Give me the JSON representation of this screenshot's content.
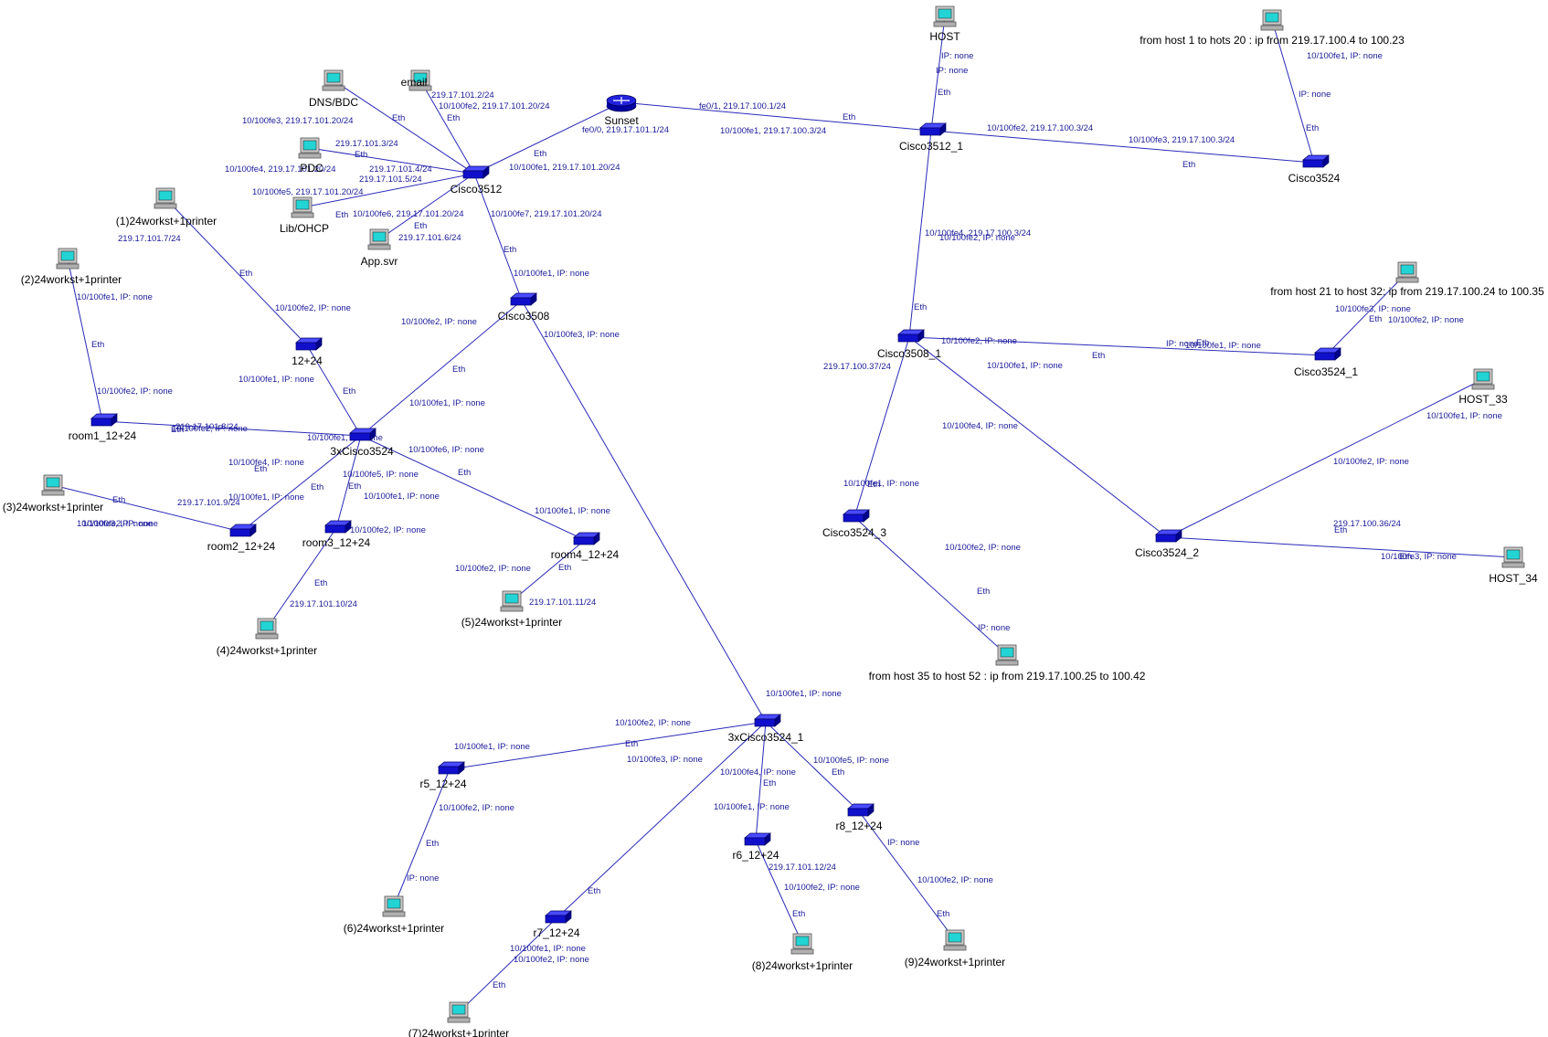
{
  "colors": {
    "link": "#2a2ab8",
    "link_label": "#1a1a9a",
    "switch": "#1010cc",
    "pc_screen": "#22d4d4",
    "router": "#2222dd",
    "node_label": "#000000"
  },
  "nodes": [
    {
      "id": "sunset",
      "type": "router",
      "label": "Sunset"
    },
    {
      "id": "cisco3512",
      "type": "switch",
      "label": "Cisco3512"
    },
    {
      "id": "email",
      "type": "pc",
      "label": "email"
    },
    {
      "id": "dns",
      "type": "pc",
      "label": "DNS/BDC"
    },
    {
      "id": "pdc",
      "type": "pc",
      "label": "PDC"
    },
    {
      "id": "lib",
      "type": "pc",
      "label": "Lib/OHCP"
    },
    {
      "id": "app",
      "type": "pc",
      "label": "App.svr"
    },
    {
      "id": "cisco3508",
      "type": "switch",
      "label": "Cisco3508"
    },
    {
      "id": "ws1",
      "type": "pc",
      "label": "(1)24workst+1printer"
    },
    {
      "id": "sw1224",
      "type": "switch",
      "label": "12+24"
    },
    {
      "id": "ws2",
      "type": "pc",
      "label": "(2)24workst+1printer"
    },
    {
      "id": "room1",
      "type": "switch",
      "label": "room1_12+24"
    },
    {
      "id": "x3524",
      "type": "switch",
      "label": "3xCisco3524"
    },
    {
      "id": "ws3",
      "type": "pc",
      "label": "(3)24workst+1printer"
    },
    {
      "id": "room2",
      "type": "switch",
      "label": "room2_12+24"
    },
    {
      "id": "room3",
      "type": "switch",
      "label": "room3_12+24"
    },
    {
      "id": "room4",
      "type": "switch",
      "label": "room4_12+24"
    },
    {
      "id": "ws4",
      "type": "pc",
      "label": "(4)24workst+1printer"
    },
    {
      "id": "ws5",
      "type": "pc",
      "label": "(5)24workst+1printer"
    },
    {
      "id": "x3524_1",
      "type": "switch",
      "label": "3xCisco3524_1"
    },
    {
      "id": "r5",
      "type": "switch",
      "label": "r5_12+24"
    },
    {
      "id": "r6",
      "type": "switch",
      "label": "r6_12+24"
    },
    {
      "id": "r7",
      "type": "switch",
      "label": "r7_12+24"
    },
    {
      "id": "r8",
      "type": "switch",
      "label": "r8_12+24"
    },
    {
      "id": "ws6",
      "type": "pc",
      "label": "(6)24workst+1printer"
    },
    {
      "id": "ws7",
      "type": "pc",
      "label": "(7)24workst+1printer"
    },
    {
      "id": "ws8",
      "type": "pc",
      "label": "(8)24workst+1printer"
    },
    {
      "id": "ws9",
      "type": "pc",
      "label": "(9)24workst+1printer"
    },
    {
      "id": "host",
      "type": "pc",
      "label": "HOST"
    },
    {
      "id": "cisco3512_1",
      "type": "switch",
      "label": "Cisco3512_1"
    },
    {
      "id": "hostgrp1",
      "type": "pc",
      "label": "from host 1 to hots 20 : ip from 219.17.100.4 to 100.23"
    },
    {
      "id": "cisco3524",
      "type": "switch",
      "label": "Cisco3524"
    },
    {
      "id": "cisco3508_1",
      "type": "switch",
      "label": "Cisco3508_1"
    },
    {
      "id": "hostgrp2",
      "type": "pc",
      "label": "from host 21 to host 32: ip from 219.17.100.24 to 100.35"
    },
    {
      "id": "cisco3524_1",
      "type": "switch",
      "label": "Cisco3524_1"
    },
    {
      "id": "host33",
      "type": "pc",
      "label": "HOST_33"
    },
    {
      "id": "host34",
      "type": "pc",
      "label": "HOST_34"
    },
    {
      "id": "cisco3524_2",
      "type": "switch",
      "label": "Cisco3524_2"
    },
    {
      "id": "cisco3524_3",
      "type": "switch",
      "label": "Cisco3524_3"
    },
    {
      "id": "hostgrp3",
      "type": "pc",
      "label": "from host 35 to host 52 : ip from 219.17.100.25 to 100.42"
    }
  ],
  "links": [
    {
      "from": "sunset",
      "to": "cisco3512"
    },
    {
      "from": "sunset",
      "to": "cisco3512_1"
    },
    {
      "from": "email",
      "to": "cisco3512"
    },
    {
      "from": "dns",
      "to": "cisco3512"
    },
    {
      "from": "pdc",
      "to": "cisco3512"
    },
    {
      "from": "lib",
      "to": "cisco3512"
    },
    {
      "from": "app",
      "to": "cisco3512"
    },
    {
      "from": "cisco3512",
      "to": "cisco3508"
    },
    {
      "from": "cisco3508",
      "to": "x3524"
    },
    {
      "from": "cisco3508",
      "to": "x3524_1"
    },
    {
      "from": "ws1",
      "to": "sw1224"
    },
    {
      "from": "sw1224",
      "to": "x3524"
    },
    {
      "from": "ws2",
      "to": "room1"
    },
    {
      "from": "room1",
      "to": "x3524"
    },
    {
      "from": "ws3",
      "to": "room2"
    },
    {
      "from": "room2",
      "to": "x3524"
    },
    {
      "from": "x3524",
      "to": "room3"
    },
    {
      "from": "x3524",
      "to": "room4"
    },
    {
      "from": "room3",
      "to": "ws4"
    },
    {
      "from": "room4",
      "to": "ws5"
    },
    {
      "from": "x3524_1",
      "to": "r5"
    },
    {
      "from": "x3524_1",
      "to": "r6"
    },
    {
      "from": "x3524_1",
      "to": "r7"
    },
    {
      "from": "x3524_1",
      "to": "r8"
    },
    {
      "from": "r5",
      "to": "ws6"
    },
    {
      "from": "r7",
      "to": "ws7"
    },
    {
      "from": "r6",
      "to": "ws8"
    },
    {
      "from": "r8",
      "to": "ws9"
    },
    {
      "from": "host",
      "to": "cisco3512_1"
    },
    {
      "from": "cisco3512_1",
      "to": "cisco3524"
    },
    {
      "from": "hostgrp1",
      "to": "cisco3524"
    },
    {
      "from": "cisco3512_1",
      "to": "cisco3508_1"
    },
    {
      "from": "cisco3508_1",
      "to": "cisco3524_1"
    },
    {
      "from": "hostgrp2",
      "to": "cisco3524_1"
    },
    {
      "from": "cisco3508_1",
      "to": "cisco3524_2"
    },
    {
      "from": "cisco3508_1",
      "to": "cisco3524_3"
    },
    {
      "from": "cisco3524_2",
      "to": "host33"
    },
    {
      "from": "cisco3524_2",
      "to": "host34"
    },
    {
      "from": "cisco3524_3",
      "to": "hostgrp3"
    }
  ],
  "link_labels": [
    {
      "text": "fe0/1, 219.17.100.1/24"
    },
    {
      "text": "fe0/0, 219.17.101.1/24"
    },
    {
      "text": "Eth"
    },
    {
      "text": "10/100fe1, 219.17.100.3/24"
    },
    {
      "text": "Eth"
    },
    {
      "text": "219.17.101.2/24"
    },
    {
      "text": "10/100fe2, 219.17.101.20/24"
    },
    {
      "text": "Eth"
    },
    {
      "text": "Eth"
    },
    {
      "text": "10/100fe3, 219.17.101.20/24"
    },
    {
      "text": "219.17.101.3/24"
    },
    {
      "text": "Eth"
    },
    {
      "text": "10/100fe4, 219.17.101.20/24"
    },
    {
      "text": "219.17.101.4/24"
    },
    {
      "text": "219.17.101.5/24"
    },
    {
      "text": "10/100fe1, 219.17.101.20/24"
    },
    {
      "text": "10/100fe5, 219.17.101.20/24"
    },
    {
      "text": "Eth"
    },
    {
      "text": "10/100fe6, 219.17.101.20/24"
    },
    {
      "text": "Eth"
    },
    {
      "text": "219.17.101.6/24"
    },
    {
      "text": "10/100fe7, 219.17.101.20/24"
    },
    {
      "text": "Eth"
    },
    {
      "text": "10/100fe1, IP: none"
    },
    {
      "text": "10/100fe2, IP: none"
    },
    {
      "text": "10/100fe3, IP: none"
    },
    {
      "text": "Eth"
    },
    {
      "text": "10/100fe1, IP: none"
    },
    {
      "text": "Eth"
    },
    {
      "text": "10/100fe1, IP: none"
    },
    {
      "text": "219.17.101.7/24"
    },
    {
      "text": "Eth"
    },
    {
      "text": "10/100fe2, IP: none"
    },
    {
      "text": "10/100fe1, IP: none"
    },
    {
      "text": "10/100fe2, IP: none"
    },
    {
      "text": "Eth"
    },
    {
      "text": "219.17.101.8/24"
    },
    {
      "text": "Eth"
    },
    {
      "text": "10/100fe2, IP: none"
    },
    {
      "text": "10/100fe1, IP: none"
    },
    {
      "text": "10/100fe3, IP: none"
    },
    {
      "text": "Eth"
    },
    {
      "text": "219.17.101.9/24"
    },
    {
      "text": "10/100fe1, IP: none"
    },
    {
      "text": "Eth"
    },
    {
      "text": "10/100fe2, IP: none"
    },
    {
      "text": "10/100fe4, IP: none"
    },
    {
      "text": "Eth"
    },
    {
      "text": "10/100fe5, IP: none"
    },
    {
      "text": "Eth"
    },
    {
      "text": "10/100fe1, IP: none"
    },
    {
      "text": "10/100fe2, IP: none"
    },
    {
      "text": "Eth"
    },
    {
      "text": "219.17.101.10/24"
    },
    {
      "text": "10/100fe6, IP: none"
    },
    {
      "text": "Eth"
    },
    {
      "text": "10/100fe1, IP: none"
    },
    {
      "text": "10/100fe2, IP: none"
    },
    {
      "text": "Eth"
    },
    {
      "text": "219.17.101.11/24"
    },
    {
      "text": "10/100fe2, IP: none"
    },
    {
      "text": "10/100fe1, IP: none"
    },
    {
      "text": "Eth"
    },
    {
      "text": "10/100fe3, IP: none"
    },
    {
      "text": "10/100fe4, IP: none"
    },
    {
      "text": "10/100fe1, IP: none"
    },
    {
      "text": "Eth"
    },
    {
      "text": "10/100fe1, IP: none"
    },
    {
      "text": "10/100fe5, IP: none"
    },
    {
      "text": "Eth"
    },
    {
      "text": "10/100fe2, IP: none"
    },
    {
      "text": "Eth"
    },
    {
      "text": "IP: none"
    },
    {
      "text": "Eth"
    },
    {
      "text": "10/100fe1, IP: none"
    },
    {
      "text": "10/100fe2, IP: none"
    },
    {
      "text": "Eth"
    },
    {
      "text": "219.17.101.12/24"
    },
    {
      "text": "10/100fe2, IP: none"
    },
    {
      "text": "Eth"
    },
    {
      "text": "IP: none"
    },
    {
      "text": "10/100fe2, IP: none"
    },
    {
      "text": "Eth"
    },
    {
      "text": "IP: none"
    },
    {
      "text": "IP: none"
    },
    {
      "text": "Eth"
    },
    {
      "text": "10/100fe2, 219.17.100.3/24"
    },
    {
      "text": "10/100fe3, 219.17.100.3/24"
    },
    {
      "text": "Eth"
    },
    {
      "text": "10/100fe1, IP: none"
    },
    {
      "text": "IP: none"
    },
    {
      "text": "Eth"
    },
    {
      "text": "10/100fe2, IP: none"
    },
    {
      "text": "10/100fe4, 219.17.100.3/24"
    },
    {
      "text": "Eth"
    },
    {
      "text": "10/100fe1, IP: none"
    },
    {
      "text": "10/100fe2, IP: none"
    },
    {
      "text": "Eth"
    },
    {
      "text": "10/100fe1, IP: none"
    },
    {
      "text": "IP: none"
    },
    {
      "text": "Eth"
    },
    {
      "text": "10/100fe2, IP: none"
    },
    {
      "text": "10/100fe3, IP: none"
    },
    {
      "text": "Eth"
    },
    {
      "text": "10/100fe1, IP: none"
    },
    {
      "text": "10/100fe2, IP: none"
    },
    {
      "text": "Eth"
    },
    {
      "text": "219.17.100.36/24"
    },
    {
      "text": "10/100fe3, IP: none"
    },
    {
      "text": "Eth"
    },
    {
      "text": "219.17.100.37/24"
    },
    {
      "text": "10/100fe4, IP: none"
    },
    {
      "text": "Eth"
    },
    {
      "text": "10/100fe1, IP: none"
    },
    {
      "text": "10/100fe2, IP: none"
    },
    {
      "text": "Eth"
    },
    {
      "text": "IP: none"
    }
  ]
}
